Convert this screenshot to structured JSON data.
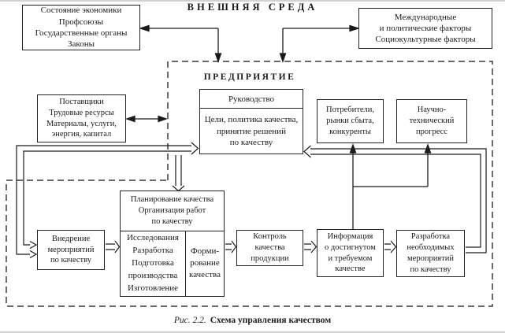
{
  "labels": {
    "external_env": "ВНЕШНЯЯ СРЕДА",
    "enterprise": "ПРЕДПРИЯТИЕ"
  },
  "caption": {
    "ref": "Рис. 2.2.",
    "text": "Схема управления качеством"
  },
  "colors": {
    "ink": "#1b1b1b",
    "dash": "#3a3a3a",
    "scan_edge": "#c4c4c4"
  },
  "boxes": {
    "ext_left": {
      "lines": [
        "Состояние экономики",
        "Профсоюзы",
        "Государственные органы",
        "Законы"
      ]
    },
    "ext_right": {
      "lines": [
        "Международные",
        "и политические факторы",
        "Социокультурные факторы"
      ]
    },
    "suppliers": {
      "lines": [
        "Поставщики",
        "Трудовые ресурсы",
        "Материалы, услуги,",
        "энергия, капитал"
      ]
    },
    "management": {
      "header": "Руководство",
      "lines": [
        "Цели, политика качества,",
        "принятие решений",
        "по качеству"
      ]
    },
    "consumers": {
      "lines": [
        "Потребители,",
        "рынки сбыта,",
        "конкуренты"
      ]
    },
    "progress": {
      "lines": [
        "Научно-",
        "технический",
        "прогресс"
      ]
    },
    "implementation": {
      "lines": [
        "Внедрение",
        "мероприятий",
        "по качеству"
      ]
    },
    "central": {
      "top": [
        "Планирование качества",
        "Организация работ",
        "по качеству"
      ],
      "left": [
        "Исследования",
        "Разработка",
        "Подготовка",
        "производства",
        "Изготовление"
      ],
      "right": [
        "Форми-",
        "рование",
        "качества"
      ]
    },
    "control": {
      "lines": [
        "Контроль",
        "качества",
        "продукции"
      ]
    },
    "info": {
      "lines": [
        "Информация",
        "о достигнутом",
        "и требуемом",
        "качестве"
      ]
    },
    "development": {
      "lines": [
        "Разработка",
        "необходимых",
        "мероприятий",
        "по качеству"
      ]
    }
  }
}
